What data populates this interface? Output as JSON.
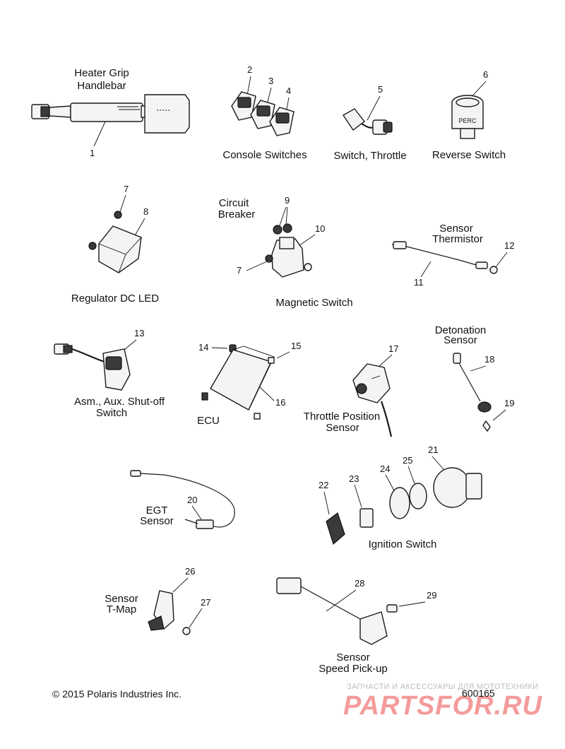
{
  "groups": [
    {
      "id": "heater_grip",
      "label_lines": [
        "Heater Grip",
        "Handlebar"
      ]
    },
    {
      "id": "console_switches",
      "label_lines": [
        "Console Switches"
      ]
    },
    {
      "id": "throttle_switch",
      "label_lines": [
        "Switch, Throttle"
      ]
    },
    {
      "id": "reverse_switch",
      "label_lines": [
        "Reverse Switch"
      ]
    },
    {
      "id": "regulator",
      "label_lines": [
        "Regulator DC LED"
      ]
    },
    {
      "id": "circuit_breaker",
      "label_lines": [
        "Circuit",
        "Breaker"
      ]
    },
    {
      "id": "magnetic_switch",
      "label_lines": [
        "Magnetic Switch"
      ]
    },
    {
      "id": "sensor_thermistor",
      "label_lines": [
        "Sensor",
        "Thermistor"
      ]
    },
    {
      "id": "aux_shutoff",
      "label_lines": [
        "Asm., Aux. Shut-off",
        "Switch"
      ]
    },
    {
      "id": "ecu",
      "label_lines": [
        "ECU"
      ]
    },
    {
      "id": "throttle_position",
      "label_lines": [
        "Throttle Position",
        "Sensor"
      ]
    },
    {
      "id": "detonation",
      "label_lines": [
        "Detonation",
        "Sensor"
      ]
    },
    {
      "id": "egt",
      "label_lines": [
        "EGT",
        "Sensor"
      ]
    },
    {
      "id": "ignition",
      "label_lines": [
        "Ignition Switch"
      ]
    },
    {
      "id": "tmap",
      "label_lines": [
        "Sensor",
        "T-Map"
      ]
    },
    {
      "id": "speed_pickup",
      "label_lines": [
        "Sensor",
        "Speed Pick-up"
      ]
    }
  ],
  "callouts": [
    "1",
    "2",
    "3",
    "4",
    "5",
    "6",
    "7",
    "8",
    "9",
    "10",
    "11",
    "12",
    "7",
    "13",
    "14",
    "15",
    "16",
    "17",
    "18",
    "19",
    "20",
    "21",
    "22",
    "23",
    "24",
    "25",
    "26",
    "27",
    "28",
    "29"
  ],
  "part_marking": "PERC",
  "footer": {
    "copyright": "© 2015 Polaris Industries Inc.",
    "figure_id": "600165"
  },
  "watermark": {
    "tagline": "ЗАПЧАСТИ И АКСЕССУАРЫ ДЛЯ МОТОТЕХНИКИ",
    "logo": "PARTSFOR.RU"
  },
  "colors": {
    "line": "#1a1a1a",
    "watermark_red": "#eb4848",
    "watermark_gray": "#bdbdbd"
  }
}
